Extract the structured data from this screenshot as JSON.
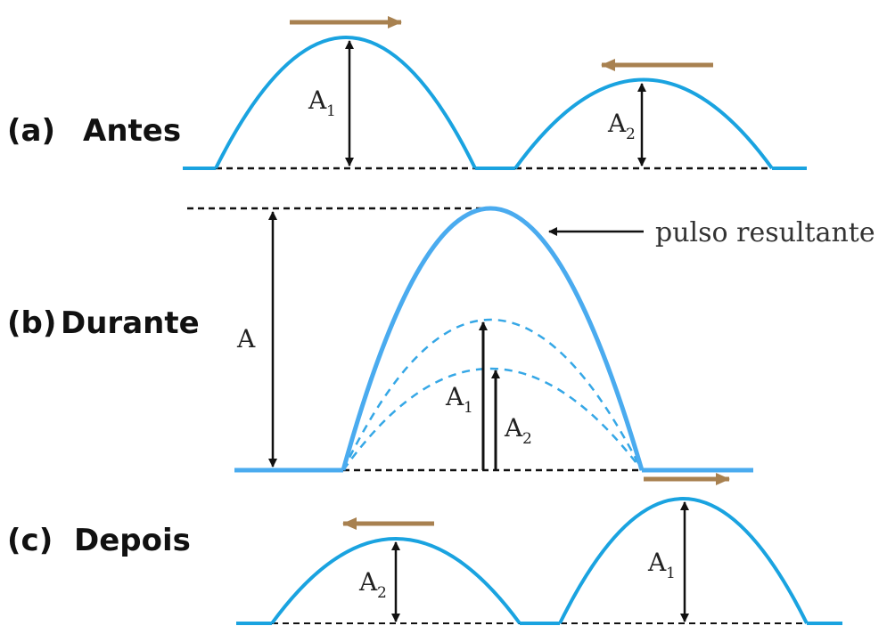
{
  "sections": {
    "a": {
      "tag": "(a)",
      "name": "Antes"
    },
    "b": {
      "tag": "(b)",
      "name": "Durante"
    },
    "c": {
      "tag": "(c)",
      "name": "Depois"
    }
  },
  "labels": {
    "amp_letter": "A",
    "sub_1": "1",
    "sub_2": "2",
    "resultant": "pulso resultante"
  },
  "colors": {
    "pulse": "#1aa3e0",
    "pulse_resultant": "#4aabef",
    "dashed_pulse": "#35a7e6",
    "baseline_dash": "#111111",
    "direction_arrow": "#a88150",
    "amplitude_arrow": "#111111"
  },
  "icons": {
    "direction": "arrow-right-icon / arrow-left-icon",
    "amplitude": "double-headed-arrow-icon"
  }
}
